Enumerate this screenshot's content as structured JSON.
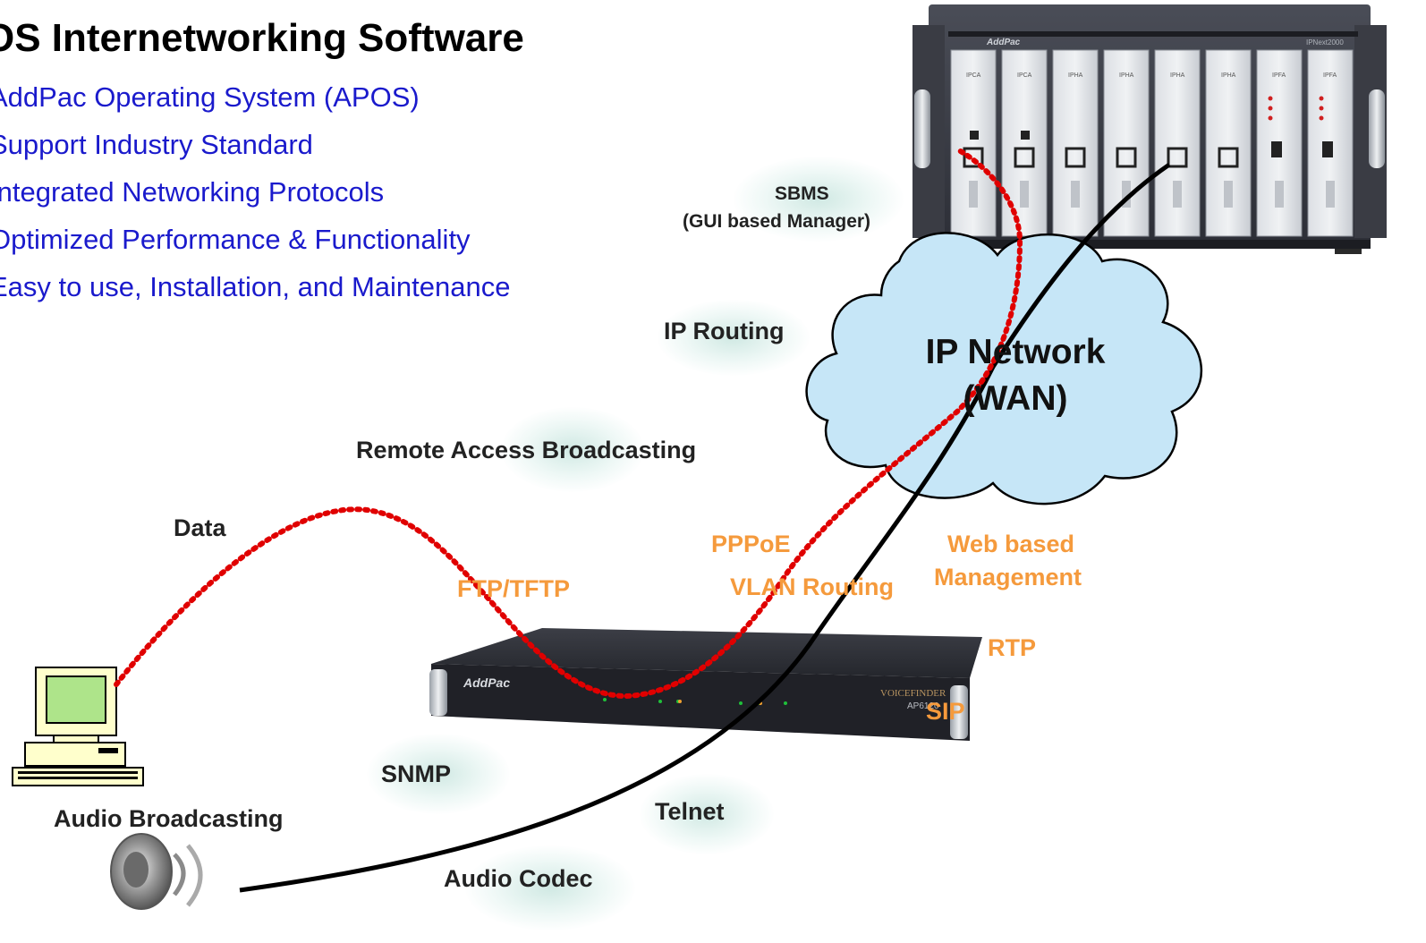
{
  "title": "OS Internetworking Software",
  "bullets": [
    "AddPac Operating System (APOS)",
    "Support Industry Standard",
    "Integrated Networking Protocols",
    "Optimized Performance & Functionality",
    "Easy to use, Installation, and Maintenance"
  ],
  "cloud": {
    "line1": "IP Network",
    "line2": "(WAN)"
  },
  "labels": {
    "sbms_line1": "SBMS",
    "sbms_line2": "(GUI based Manager)",
    "ip_routing": "IP Routing",
    "remote_access": "Remote Access Broadcasting",
    "data": "Data",
    "pppoe": "PPPoE",
    "vlan_routing": "VLAN Routing",
    "ftp_tftp": "FTP/TFTP",
    "web_mgmt_line1": "Web based",
    "web_mgmt_line2": "Management",
    "rtp": "RTP",
    "sip": "SIP",
    "snmp": "SNMP",
    "telnet": "Telnet",
    "audio_broadcasting": "Audio Broadcasting",
    "audio_codec": "Audio Codec"
  },
  "devices": {
    "chassis_brand": "AddPac",
    "chassis_model": "IPNext2000",
    "chassis_slots": [
      "IPCA",
      "IPCA",
      "IPHA",
      "IPHA",
      "IPHA",
      "IPHA",
      "IPFA",
      "IPFA"
    ],
    "gateway_brand": "AddPac",
    "gateway_product": "VOICEFINDER",
    "gateway_model": "AP6120"
  },
  "colors": {
    "bullet_text": "#1a1acc",
    "orange_labels": "#f59a3c",
    "data_path": "#e00000",
    "cloud_fill": "#c6e6f7",
    "voice_path": "#000000"
  }
}
